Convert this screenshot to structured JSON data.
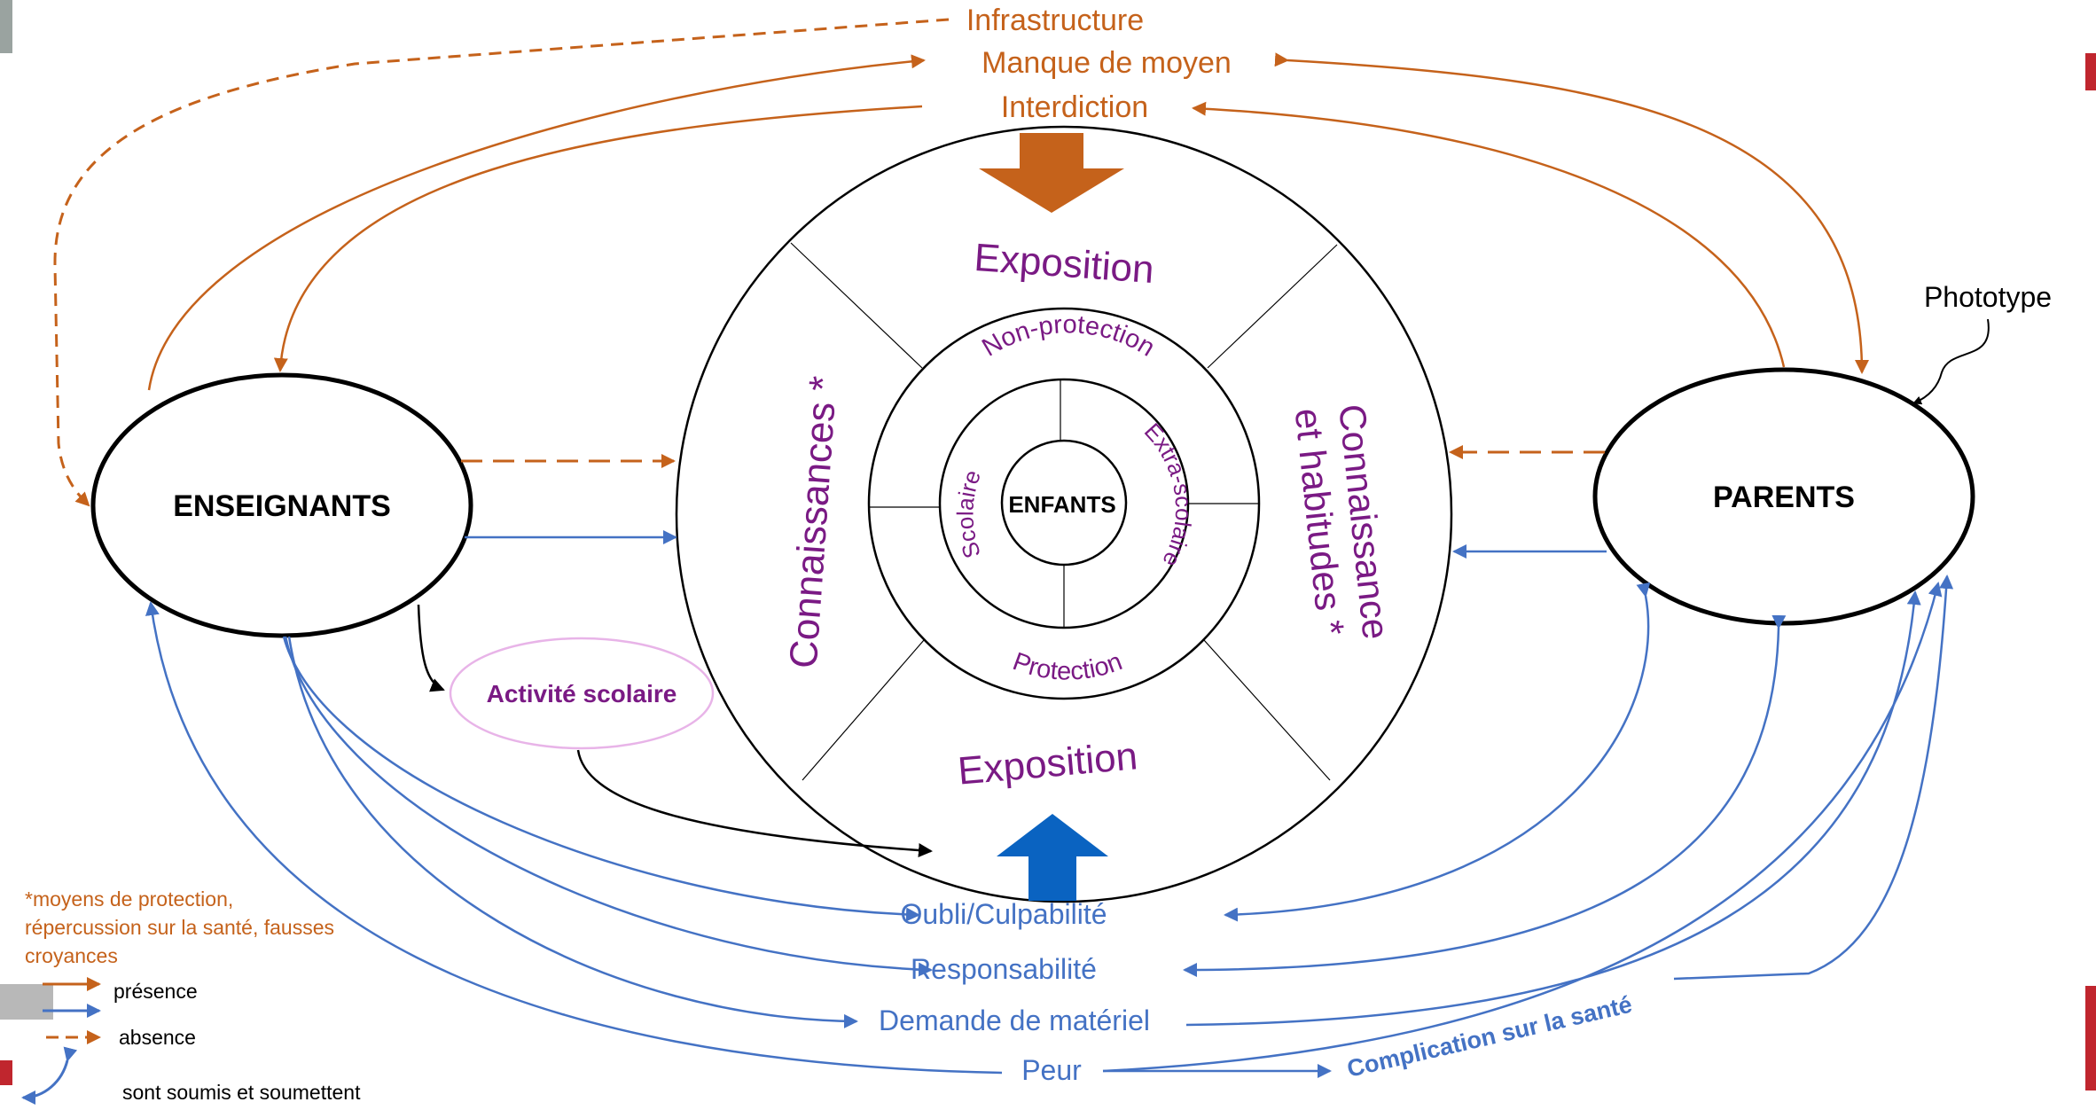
{
  "colors": {
    "orange": "#c5621b",
    "blue": "#4472c4",
    "purple": "#7a1a84",
    "black": "#000000",
    "pink": "#e8b4e8",
    "dark_blue_arrow": "#0a63c1",
    "red_edge": "#c0262e"
  },
  "top_factors": {
    "infrastructure": "Infrastructure",
    "manque": "Manque de moyen",
    "interdiction": "Interdiction"
  },
  "actors": {
    "enseignants": "ENSEIGNANTS",
    "parents": "PARENTS"
  },
  "phototype": "Phototype",
  "wheel": {
    "exposition_top": "Exposition",
    "exposition_bottom": "Exposition",
    "connaissances_left": "Connaissances *",
    "connaissance_right_1": "Connaissance",
    "connaissance_right_2": "et habitudes *",
    "non_protection": "Non-protection",
    "protection": "Protection",
    "scolaire": "Scolaire",
    "extra_scolaire": "Extra-scolaire",
    "enfants": "ENFANTS"
  },
  "activite": "Activité scolaire",
  "bottom_factors": {
    "oubli": "Oubli/Culpabilité",
    "responsabilite": "Responsabilité",
    "demande": "Demande de matériel",
    "peur": "Peur",
    "complication": "Complication sur la santé"
  },
  "legend": {
    "note_1": "*moyens de protection,",
    "note_2": "répercussion sur la santé, fausses",
    "note_3": "croyances",
    "presence": "présence",
    "absence": "absence",
    "soumis": "sont soumis et soumettent"
  }
}
